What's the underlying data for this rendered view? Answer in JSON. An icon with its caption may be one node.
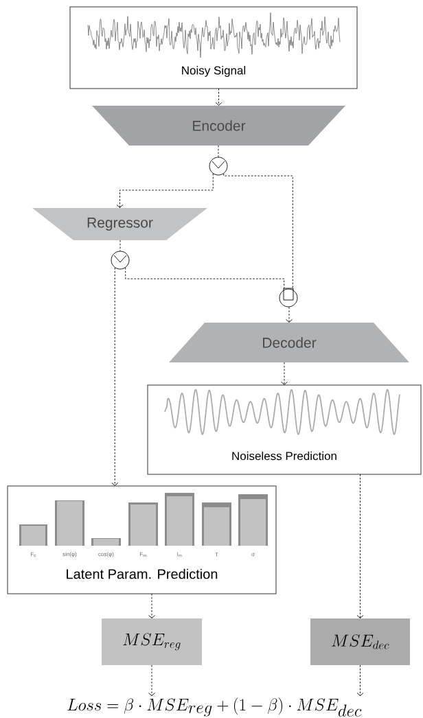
{
  "diagram": {
    "nodes": [
      {
        "text": [
          "Noisy Signal"
        ]
      },
      {
        "text": [
          "Encoder"
        ]
      },
      {
        "text": [],
        "shape": "circle"
      },
      {
        "text": [
          "Regressor"
        ]
      },
      {
        "text": [],
        "shape": "circle"
      },
      {
        "text": [],
        "shape": "circle"
      },
      {
        "text": [
          "Decoder"
        ]
      },
      {
        "text": [
          "Noiseless Prediction"
        ]
      },
      {
        "text": [
          "Latent Param. Prediction"
        ]
      },
      {
        "text": [
          "MSE_{reg}"
        ]
      },
      {
        "text": [
          "MSE_{dec}"
        ]
      },
      {
        "text": [
          "Loss = \\beta \\cdot MSE_{reg} + (1-\\beta) \\cdot MSE_{dec}"
        ]
      }
    ],
    "edges": [
      {
        "from": 0,
        "to": 1,
        "arrow": "to",
        "style": "dashed"
      },
      {
        "from": 1,
        "to": 2,
        "arrow": "none",
        "style": "dashed"
      },
      {
        "from": 2,
        "to": 3,
        "arrow": "to",
        "style": "dashed"
      },
      {
        "from": 2,
        "to": 5,
        "arrow": "none",
        "style": "dashed"
      },
      {
        "from": 3,
        "to": 4,
        "arrow": "none",
        "style": "dashed"
      },
      {
        "from": 4,
        "to": 5,
        "arrow": "none",
        "style": "dashed"
      },
      {
        "from": 4,
        "to": 8,
        "arrow": "to",
        "style": "dashed"
      },
      {
        "from": 5,
        "to": 6,
        "arrow": "to",
        "style": "dashed"
      },
      {
        "from": 6,
        "to": 7,
        "arrow": "to",
        "style": "dashed"
      },
      {
        "from": 7,
        "to": 10,
        "arrow": "to",
        "style": "dashed"
      },
      {
        "from": 8,
        "to": 9,
        "arrow": "to",
        "style": "dashed"
      },
      {
        "from": 9,
        "to": 11,
        "arrow": "to",
        "style": "dashed"
      },
      {
        "from": 10,
        "to": 11,
        "arrow": "to",
        "style": "dashed"
      }
    ],
    "labels": [
      "F$_{c}$",
      "sin(φ)",
      "cos(φ)",
      "F$_{m}$",
      "I$_{m}$",
      "T",
      "σ"
    ]
  }
}
